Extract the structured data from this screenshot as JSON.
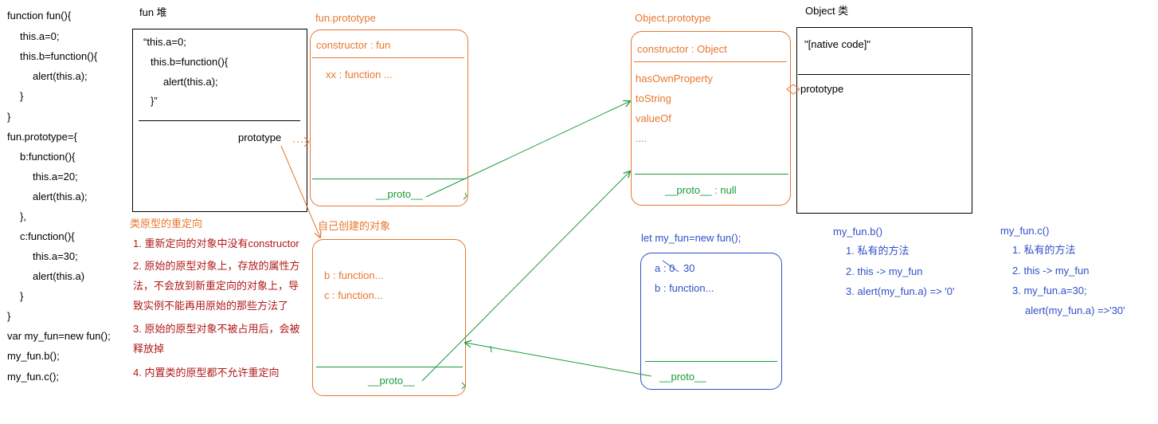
{
  "code": {
    "lines": [
      "function fun(){",
      "this.a=0;",
      "this.b=function(){",
      "alert(this.a);",
      "}",
      "}",
      "fun.prototype={",
      "b:function(){",
      "this.a=20;",
      "alert(this.a);",
      "},",
      "c:function(){",
      "this.a=30;",
      "alert(this.a)",
      "}",
      "}",
      "var my_fun=new fun();",
      "my_fun.b();",
      "my_fun.c();"
    ]
  },
  "fun_heap": {
    "title": "fun 堆",
    "body_lines": [
      "“this.a=0;",
      "this.b=function(){",
      "alert(this.a);",
      "}”"
    ],
    "prototype_label": "prototype"
  },
  "fun_prototype": {
    "title": "fun.prototype",
    "constructor": "constructor : fun",
    "member": "xx : function ...",
    "proto": "__proto__"
  },
  "object_prototype": {
    "title": "Object.prototype",
    "constructor": "constructor : Object",
    "members": [
      "hasOwnProperty",
      "toString",
      "valueOf",
      "...."
    ],
    "proto": "__proto__ : null"
  },
  "object_class": {
    "title": "Object  类",
    "native": "\"[native code]\"",
    "prototype_label": "prototype"
  },
  "custom_object": {
    "title": "自己创建的对象",
    "members": [
      "b : function...",
      "c : function..."
    ],
    "proto": "__proto__"
  },
  "instance": {
    "title": "let my_fun=new fun();",
    "a_label": "a : 0",
    "a_new": "30",
    "b_label": "b : function...",
    "proto": "__proto__"
  },
  "redirect_notes": {
    "title": "类原型的重定向",
    "items": [
      "1. 重新定向的对象中没有constructor",
      "2. 原始的原型对象上，存放的属性方",
      "法，不会放到新重定向的对象上，导",
      "致实例不能再用原始的那些方法了",
      "3. 原始的原型对象不被占用后，会被",
      "释放掉",
      "4. 内置类的原型都不允许重定向"
    ]
  },
  "call_b": {
    "title": "my_fun.b()",
    "steps": [
      "1. 私有的方法",
      "2. this -> my_fun",
      "3. alert(my_fun.a)    =>  '0'"
    ]
  },
  "call_c": {
    "title": "my_fun.c()",
    "steps": [
      "1. 私有的方法",
      "2. this -> my_fun",
      "3. my_fun.a=30;",
      "alert(my_fun.a)   =>'30'"
    ]
  },
  "colors": {
    "orange": "#e8772e",
    "green": "#1a9a3a",
    "blue": "#3050c8",
    "darkred": "#b01818",
    "black": "#000000"
  }
}
